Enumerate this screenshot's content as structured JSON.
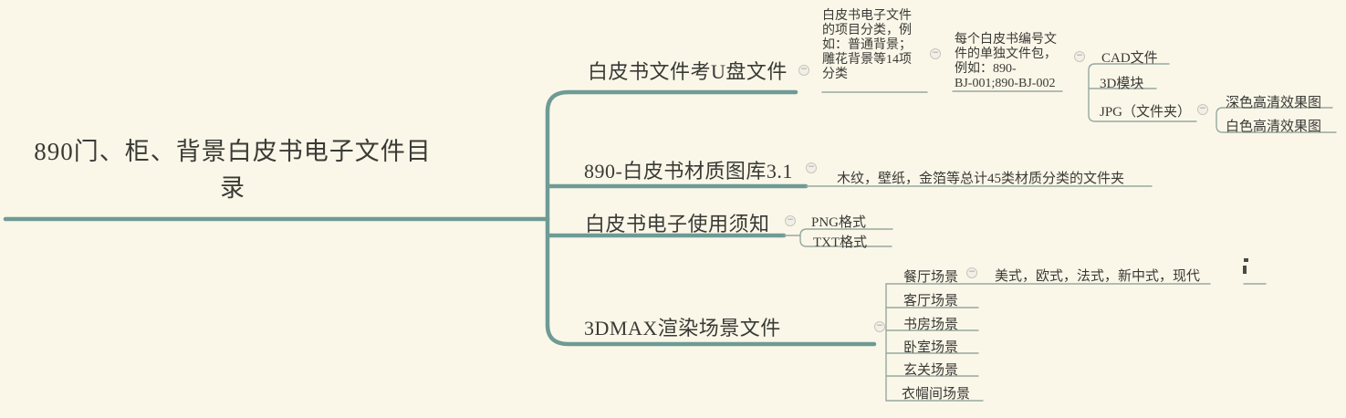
{
  "colors": {
    "background": "#faf7e9",
    "branch_thick": "#6e9b94",
    "branch_thin": "#97a89e",
    "text": "#3a3a35",
    "collapse_icon_bg": "#f1efe6",
    "collapse_icon_border": "#c7c6bd",
    "collapse_icon_glyph": "#99988f"
  },
  "icons": {
    "collapse_glyph": "−"
  },
  "root": {
    "title": "890门、柜、背景白皮书电子文件目\n录"
  },
  "branches": [
    {
      "title": "白皮书文件考U盘文件",
      "notes": [
        "白皮书电子文件\n的项目分类，例\n如：普通背景；\n雕花背景等14项\n分类",
        "每个白皮书编号文\n件的单独文件包，\n例如：890-\nBJ-001;890-BJ-002"
      ],
      "children": [
        {
          "label": "CAD文件"
        },
        {
          "label": "3D模块"
        },
        {
          "label": "JPG（文件夹）",
          "children": [
            {
              "label": "深色高清效果图"
            },
            {
              "label": "白色高清效果图"
            }
          ]
        }
      ]
    },
    {
      "title": "890-白皮书材质图库3.1",
      "note": "木纹，壁纸，金箔等总计45类材质分类的文件夹"
    },
    {
      "title": "白皮书电子使用须知",
      "children": [
        {
          "label": "PNG格式"
        },
        {
          "label": "TXT格式"
        }
      ]
    },
    {
      "title": "3DMAX渲染场景文件",
      "children": [
        {
          "label": "餐厅场景",
          "note": "美式，欧式，法式，新中式，现代"
        },
        {
          "label": "客厅场景"
        },
        {
          "label": "书房场景"
        },
        {
          "label": "卧室场景"
        },
        {
          "label": "玄关场景"
        },
        {
          "label": "衣帽间场景"
        }
      ]
    }
  ]
}
